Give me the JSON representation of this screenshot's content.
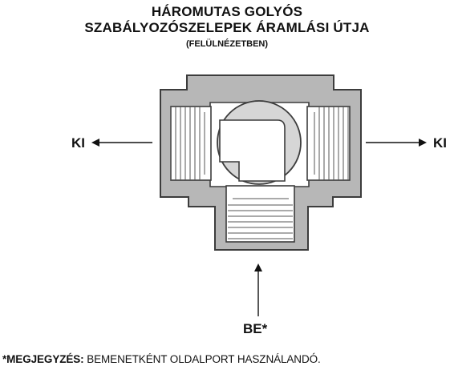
{
  "title": {
    "line1": "HÁROMUTAS GOLYÓS",
    "line2": "SZABÁLYOZÓSZELEPEK ÁRAMLÁSI ÚTJA",
    "line3": "(FELÜLNÉZETBEN)"
  },
  "ports": {
    "left_label": "KI",
    "right_label": "KI",
    "bottom_label": "BE*"
  },
  "note": {
    "label": "*MEGJEGYZÉS:",
    "text": " BEMENETKÉNT OLDALPORT HASZNÁLANDÓ."
  },
  "colors": {
    "body": "#b7b7b7",
    "outline": "#3c3c3c",
    "ball": "#d6d6d6",
    "bore": "#ffffff",
    "arrow": "#111111"
  }
}
